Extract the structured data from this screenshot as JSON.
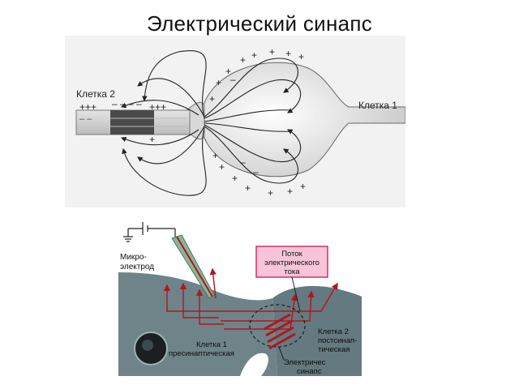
{
  "title": "Электрический синапс",
  "figure_top": {
    "cell2_label": "Клетка 2",
    "cell1_label": "Клетка 1",
    "plus3": "+++",
    "minus4": "– – – –",
    "minus2": "– –",
    "plus": "+",
    "minus": "–"
  },
  "figure_bottom": {
    "electrode_label_1": "Микро-",
    "electrode_label_2": "электрод",
    "flow_label_1": "Поток",
    "flow_label_2": "электрического",
    "flow_label_3": "тока",
    "cell2_label_1": "Клетка 2",
    "cell2_label_2": "постсинап-",
    "cell2_label_3": "тическая",
    "cell1_label_1": "Клетка 1",
    "cell1_label_2": "пресинаптическая",
    "synapse_label_1": "Электричес",
    "synapse_label_2": "синапс"
  },
  "colors": {
    "current": "#b3151d",
    "callout_fill": "#f7c4d8",
    "callout_stroke": "#d0306a",
    "cell_fill": "#6f8489",
    "electrode": "#88b49a"
  }
}
